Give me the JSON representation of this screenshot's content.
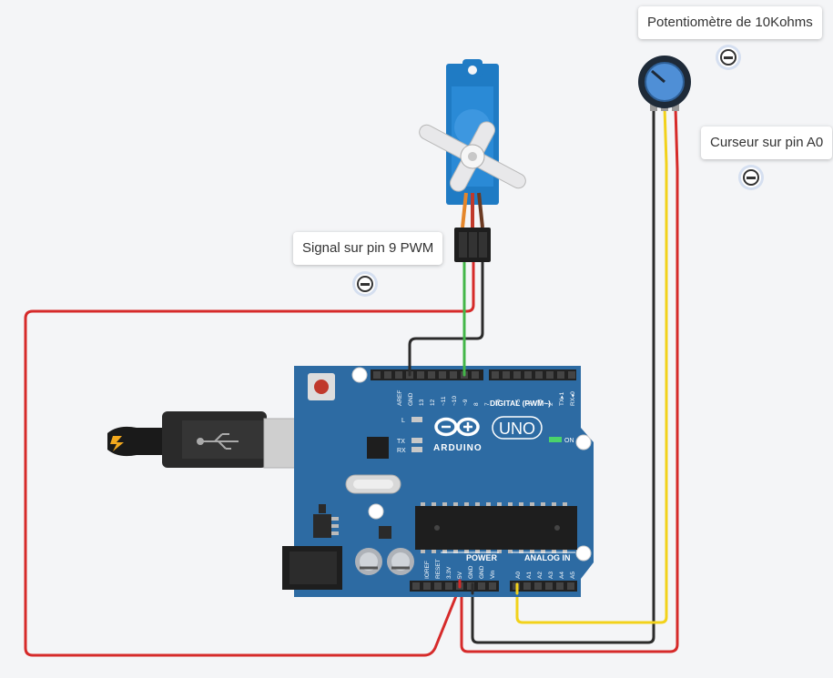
{
  "annotations": {
    "potentiometer": "Potentiomètre de 10Kohms",
    "wiper": "Curseur sur pin A0",
    "signal": "Signal sur pin 9 PWM"
  },
  "board": {
    "logo_text": "ARDUINO",
    "model": "UNO",
    "digital_label": "DIGITAL (PWM~)",
    "power_label": "POWER",
    "analog_label": "ANALOG IN",
    "on_label": "ON",
    "led_l": "L",
    "led_tx": "TX",
    "led_rx": "RX",
    "digital_pins": [
      "AREF",
      "GND",
      "13",
      "12",
      "~11",
      "~10",
      "~9",
      "8",
      "7",
      "~6",
      "~5",
      "4",
      "~3",
      "2",
      "TX▸1",
      "RX◂0"
    ],
    "power_pins": [
      "IOREF",
      "RESET",
      "3.3V",
      "5V",
      "GND",
      "GND",
      "Vin"
    ],
    "analog_pins": [
      "A0",
      "A1",
      "A2",
      "A3",
      "A4",
      "A5"
    ]
  },
  "colors": {
    "board": "#2d6ba3",
    "wire_red": "#d62a2a",
    "wire_black": "#2b2b2b",
    "wire_yellow": "#f2d21b",
    "wire_green": "#43b649",
    "servo": "#1f7bc4",
    "knob": "#4f8fd6"
  },
  "icons": [
    "usb-icon",
    "minus-circle-icon"
  ]
}
